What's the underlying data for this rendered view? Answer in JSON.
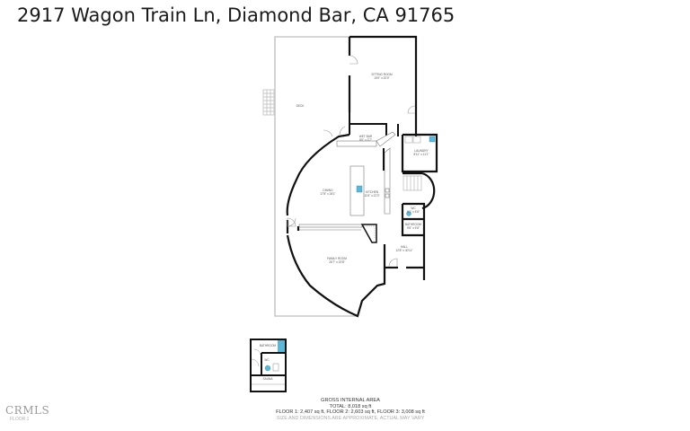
{
  "header": {
    "title": "2917 Wagon Train Ln, Diamond Bar, CA 91765"
  },
  "rooms": {
    "sitting_room": {
      "name": "SITTING ROOM",
      "dims": "19'0\" x 20'0\""
    },
    "deck": {
      "name": "DECK"
    },
    "wet_bar": {
      "name": "WET BAR",
      "dims": "8'0\" x 3'7\""
    },
    "laundry": {
      "name": "LAUNDRY",
      "dims": "8'11\" x 11'1\""
    },
    "dining": {
      "name": "DINING",
      "dims": "17'8\" x 28'1\""
    },
    "kitchen": {
      "name": "KITCHEN",
      "dims": "11'8\" x 22'3\""
    },
    "wc": {
      "name": "WC",
      "dims": "5'1\" x 5'8\""
    },
    "bath": {
      "name": "BATHROOM",
      "dims": "5'6\" x 5'8\""
    },
    "hall": {
      "name": "HALL",
      "dims": "12'8\" x 40'11\""
    },
    "family_room": {
      "name": "FAMILY ROOM",
      "dims": "26'7\" x 23'8\""
    },
    "lower_bathroom": {
      "name": "BATHROOM"
    },
    "lower_wc": {
      "name": "WC"
    },
    "sauna": {
      "name": "SAUNA"
    }
  },
  "summary": {
    "heading": "GROSS INTERNAL AREA",
    "total": "TOTAL: 8,018 sq ft",
    "floors": "FLOOR 1: 2,407 sq ft, FLOOR 2: 2,603 sq ft, FLOOR 3: 3,008 sq ft",
    "disclaimer": "SIZE AND DIMENSIONS ARE APPROXIMATE, ACTUAL MAY VARY"
  },
  "watermark": {
    "brand": "CRMLS",
    "floor": "FLOOR 1"
  },
  "colors": {
    "wall": "#111111",
    "deck_outline": "#c8c8c8",
    "fixture_blue": "#5bb8d8"
  }
}
